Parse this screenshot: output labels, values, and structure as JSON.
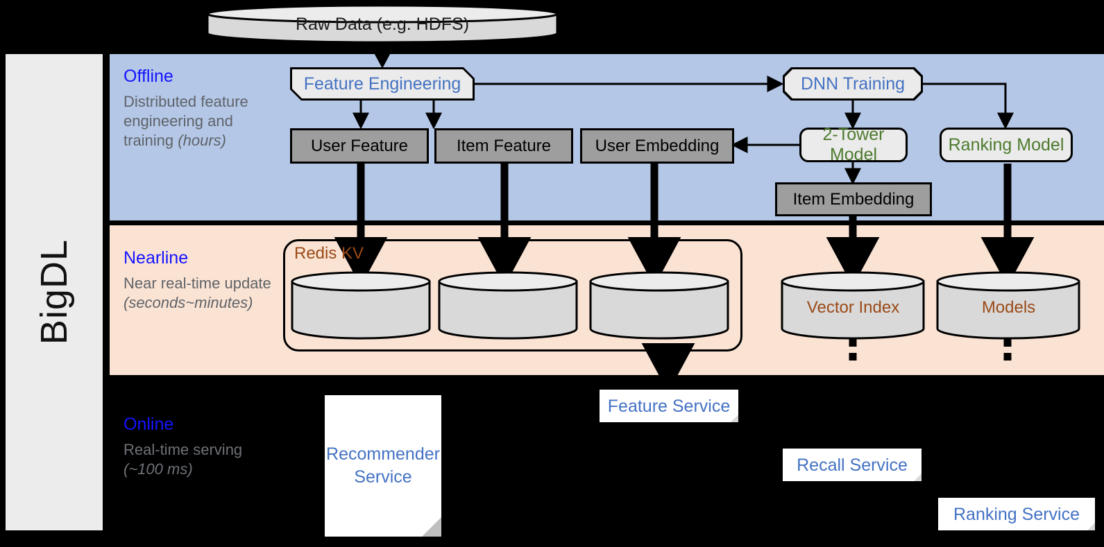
{
  "sidebar": {
    "label": "BigDL"
  },
  "source": {
    "raw_data": "Raw Data (e.g. HDFS)"
  },
  "bands": {
    "offline": {
      "title": "Offline",
      "desc_line1": "Distributed feature engineering and training ",
      "desc_ital": "(hours)"
    },
    "nearline": {
      "title": "Nearline",
      "desc_line1": "Near real-time update ",
      "desc_ital": "(seconds~minutes)"
    },
    "online": {
      "title": "Online",
      "desc_line1": "Real-time serving ",
      "desc_ital": "(~100 ms)"
    }
  },
  "offline": {
    "feature_engineering": "Feature Engineering",
    "dnn_training": "DNN Training",
    "user_feature": "User Feature",
    "item_feature": "Item Feature",
    "user_embedding": "User Embedding",
    "two_tower_model": "2-Tower Model",
    "ranking_model": "Ranking Model",
    "item_embedding": "Item Embedding"
  },
  "nearline": {
    "redis_group": "Redis KV",
    "store_1": "",
    "store_2": "",
    "store_3": "",
    "vector_index": "Vector Index",
    "models": "Models"
  },
  "online": {
    "recommender_service": "Recommender Service",
    "feature_service": "Feature Service",
    "recall_service": "Recall Service",
    "ranking_service": "Ranking Service"
  },
  "colors": {
    "offline_band": "#b4c7e7",
    "nearline_band": "#fbe3d4",
    "online_band": "#000000",
    "band_title": "#1414ff",
    "blue_text": "#4472c4",
    "green_text": "#4e7b2f",
    "brown_text": "#9a4a17",
    "gray_box": "#9e9e9e",
    "light_box": "#ebebeb",
    "sidebar": "#ececec"
  }
}
